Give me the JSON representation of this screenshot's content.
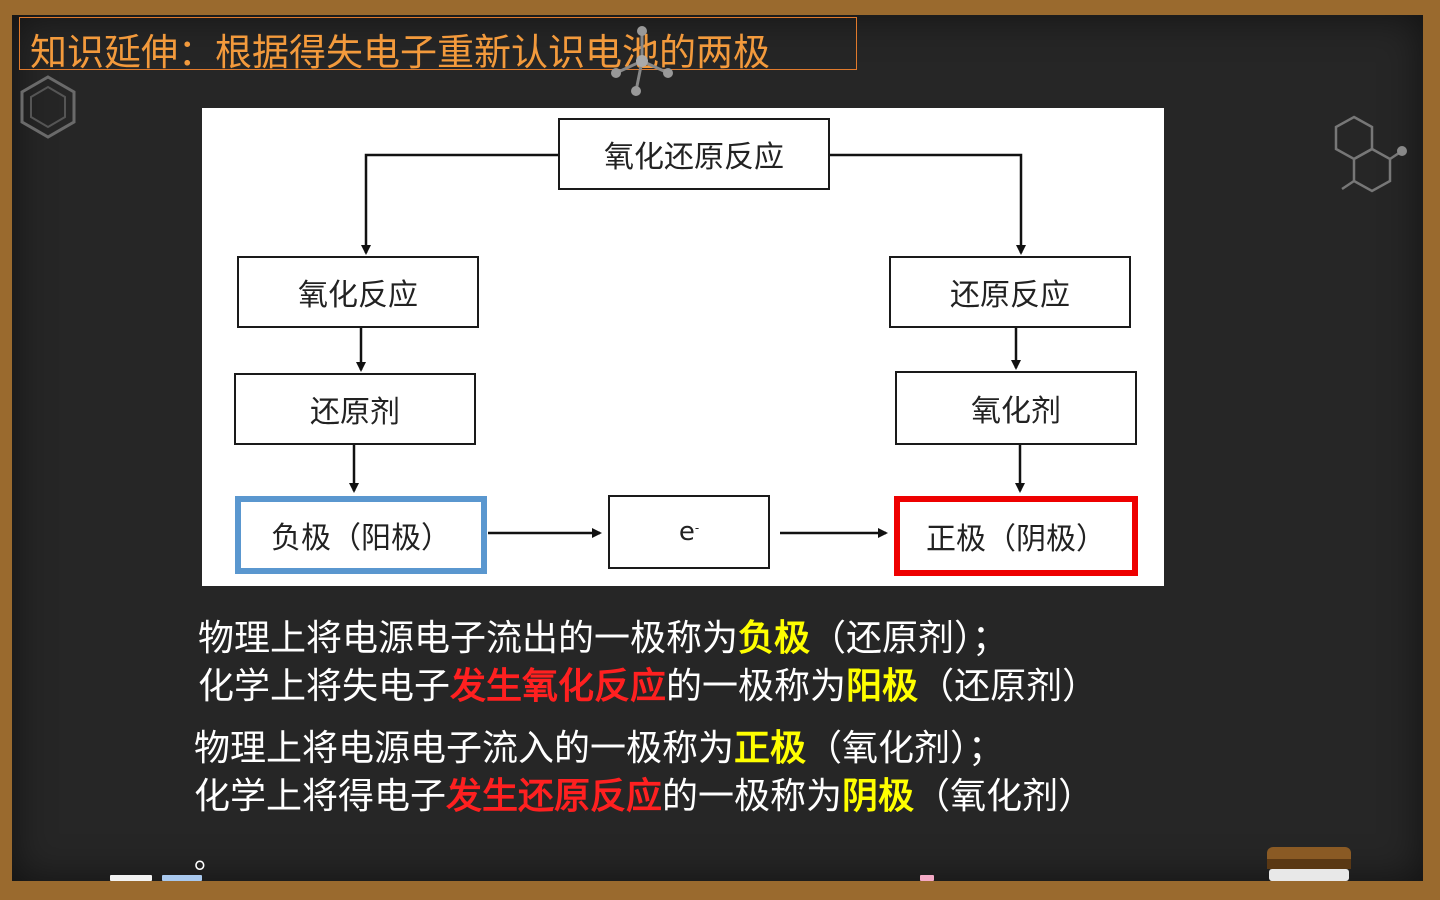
{
  "title": "知识延伸：根据得失电子重新认识电池的两极",
  "diagram": {
    "root": "氧化还原反应",
    "left": [
      "氧化反应",
      "还原剂",
      "负极（阳极）"
    ],
    "right": [
      "还原反应",
      "氧化剂",
      "正极（阴极）"
    ],
    "electron": "e",
    "electron_sup": "-"
  },
  "colors": {
    "board": "#262626",
    "frame": "#9a6a2e",
    "title": "#f39a3c",
    "highlight_yellow": "#ffff00",
    "highlight_red": "#ff2020",
    "box_blue": "#5a97cf",
    "box_red": "#ee0000"
  },
  "text": {
    "line1": {
      "a": "物理上将电源电子流出的一极称为",
      "b": "负极",
      "c": "（还原剂）；"
    },
    "line2": {
      "a": "化学上将失电子",
      "b": "发生氧化反应",
      "c": "的一极称为",
      "d": "阳极",
      "e": "（还原剂）"
    },
    "line3": {
      "a": "物理上将电源电子流入的一极称为",
      "b": "正极",
      "c": "（氧化剂）；"
    },
    "line4": {
      "a": "化学上将得电子",
      "b": "发生还原反应",
      "c": "的一极称为",
      "d": "阴极",
      "e": "（氧化剂）"
    },
    "dot": "。"
  },
  "icons": [
    "hexagon-molecule-icon",
    "molecule-icon",
    "naphthalene-icon",
    "chalk-icon",
    "eraser-icon"
  ]
}
